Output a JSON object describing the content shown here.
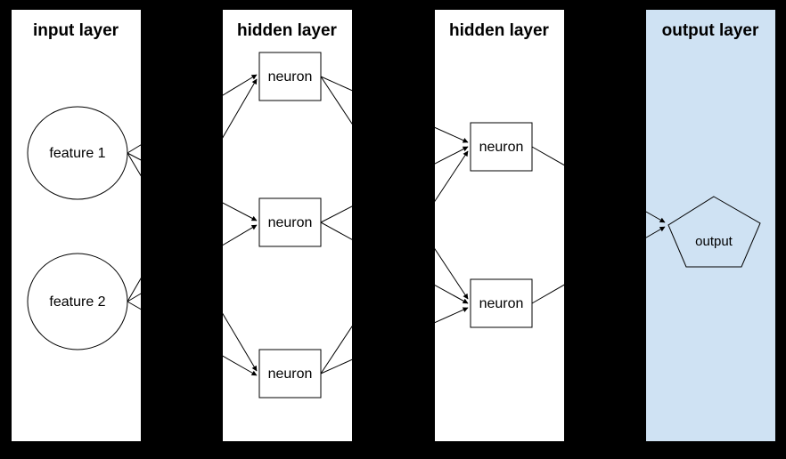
{
  "colors": {
    "background": "#000000",
    "panel_fill": "#ffffff",
    "output_panel_fill": "#cfe2f3",
    "line": "#000000",
    "text": "#000000"
  },
  "layers": [
    {
      "title": "input layer",
      "nodes": [
        {
          "label": "feature 1",
          "shape": "circle"
        },
        {
          "label": "feature 2",
          "shape": "circle"
        }
      ]
    },
    {
      "title": "hidden layer",
      "nodes": [
        {
          "label": "neuron",
          "shape": "rectangle"
        },
        {
          "label": "neuron",
          "shape": "rectangle"
        },
        {
          "label": "neuron",
          "shape": "rectangle"
        }
      ]
    },
    {
      "title": "hidden layer",
      "nodes": [
        {
          "label": "neuron",
          "shape": "rectangle"
        },
        {
          "label": "neuron",
          "shape": "rectangle"
        }
      ]
    },
    {
      "title": "output layer",
      "nodes": [
        {
          "label": "output",
          "shape": "pentagon"
        }
      ]
    }
  ],
  "connections": [
    {
      "from": "input.feature1",
      "to": "hidden1.neuron1"
    },
    {
      "from": "input.feature1",
      "to": "hidden1.neuron2"
    },
    {
      "from": "input.feature1",
      "to": "hidden1.neuron3"
    },
    {
      "from": "input.feature2",
      "to": "hidden1.neuron1"
    },
    {
      "from": "input.feature2",
      "to": "hidden1.neuron2"
    },
    {
      "from": "input.feature2",
      "to": "hidden1.neuron3"
    },
    {
      "from": "hidden1.neuron1",
      "to": "hidden2.neuron1"
    },
    {
      "from": "hidden1.neuron1",
      "to": "hidden2.neuron2"
    },
    {
      "from": "hidden1.neuron2",
      "to": "hidden2.neuron1"
    },
    {
      "from": "hidden1.neuron2",
      "to": "hidden2.neuron2"
    },
    {
      "from": "hidden1.neuron3",
      "to": "hidden2.neuron1"
    },
    {
      "from": "hidden1.neuron3",
      "to": "hidden2.neuron2"
    },
    {
      "from": "hidden2.neuron1",
      "to": "output.output"
    },
    {
      "from": "hidden2.neuron2",
      "to": "output.output"
    }
  ]
}
